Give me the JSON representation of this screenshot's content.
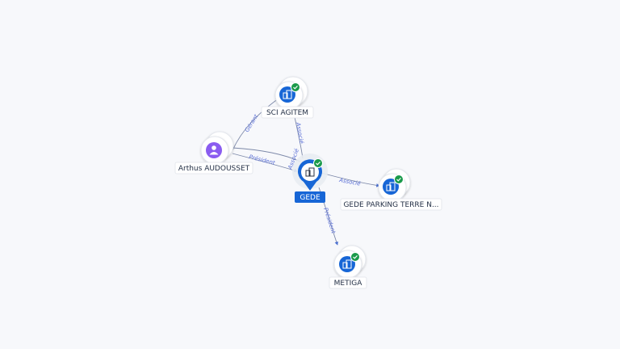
{
  "graph": {
    "nodes": [
      {
        "id": "sci",
        "label": "SCI AGITEM",
        "type": "company",
        "verified": true
      },
      {
        "id": "arthus",
        "label": "Arthus AUDOUSSET",
        "type": "person",
        "verified": false
      },
      {
        "id": "gede",
        "label": "GEDE",
        "type": "company-main",
        "verified": true
      },
      {
        "id": "parking",
        "label": "GEDE PARKING TERRE N...",
        "type": "company",
        "verified": true
      },
      {
        "id": "metiga",
        "label": "METIGA",
        "type": "company",
        "verified": true
      }
    ],
    "edges": [
      {
        "id": "e1",
        "label": "Gérant"
      },
      {
        "id": "e2",
        "label": "Président"
      },
      {
        "id": "e3",
        "label": "Associé"
      },
      {
        "id": "e4",
        "label": "Associé"
      },
      {
        "id": "e5",
        "label": "Président"
      },
      {
        "id": "e6",
        "label": "Associé"
      }
    ]
  },
  "colors": {
    "company": "#1766d6",
    "person": "#8a5cf0",
    "verified": "#1a9a4a",
    "edge": "#6f7fa8",
    "edge_label": "#5a6fd6"
  },
  "icons": {
    "company": "building-icon",
    "person": "person-icon",
    "verified": "check-badge-icon"
  }
}
